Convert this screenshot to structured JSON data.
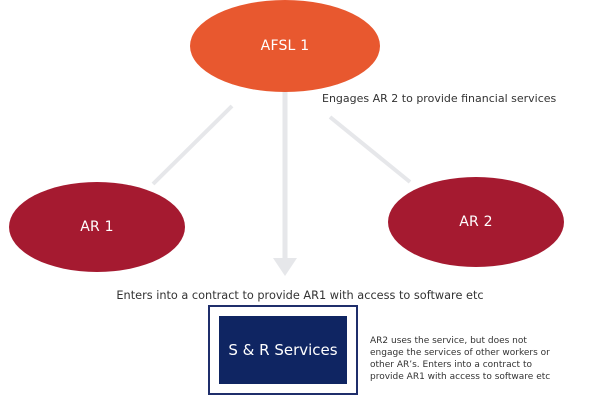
{
  "nodes": {
    "afsl1": {
      "label": "AFSL 1",
      "color": "#E8582F"
    },
    "ar1": {
      "label": "AR 1",
      "color": "#A51A30"
    },
    "ar2": {
      "label": "AR 2",
      "color": "#A51A30"
    },
    "sr_services": {
      "label": "S & R Services",
      "color": "#0F2562",
      "border_color": "#1F2E6B"
    }
  },
  "edges": [
    {
      "from": "afsl1",
      "to": "ar1",
      "style": "line"
    },
    {
      "from": "afsl1",
      "to": "sr_services",
      "style": "arrow"
    },
    {
      "from": "afsl1",
      "to": "ar2",
      "style": "line"
    }
  ],
  "connector_color": "#E6E7EA",
  "annotations": {
    "engages": "Engages AR 2 to provide financial  services",
    "enters": "Enters into a contract to provide AR1 with access to software etc",
    "note_lines": [
      "AR2 uses the service, but does not",
      "engage the services of other workers or",
      "other AR’s. Enters into a contract to",
      "provide AR1 with access to software etc"
    ]
  }
}
